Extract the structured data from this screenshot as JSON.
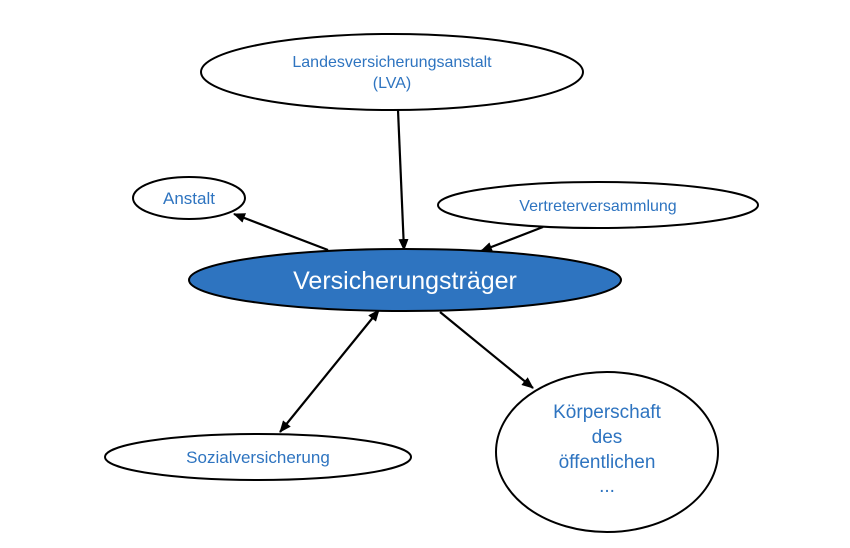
{
  "colors": {
    "center_fill": "#2e74c0",
    "node_text": "#2e74c0",
    "outline": "#000000",
    "background": "#ffffff"
  },
  "nodes": {
    "lva": {
      "line1": "Landesversicherungsanstalt",
      "line2": "(LVA)"
    },
    "anstalt": {
      "label": "Anstalt"
    },
    "vertreterversammlung": {
      "label": "Vertreterversammlung"
    },
    "center": {
      "label": "Versicherungsträger"
    },
    "sozialversicherung": {
      "label": "Sozialversicherung"
    },
    "koerperschaft": {
      "line1": "Körperschaft",
      "line2": "des",
      "line3": "öffentlichen",
      "line4": "..."
    }
  }
}
